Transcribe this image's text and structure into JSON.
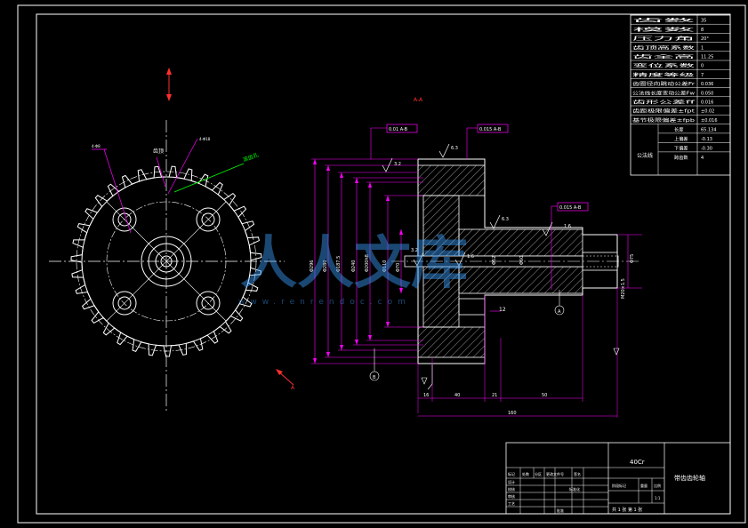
{
  "colors": {
    "background": "#000000",
    "line": "#ffffff",
    "dimension": "#ff00ff",
    "center_line": "#ff3030",
    "hatch": "#ffffff",
    "green_callout": "#00ff00",
    "watermark": "#3aa0ff"
  },
  "params_table": [
    {
      "name": "齿数",
      "value": "35"
    },
    {
      "name": "模数",
      "value": "8"
    },
    {
      "name": "压力角",
      "value": "20°"
    },
    {
      "name": "齿顶高系数",
      "value": "1"
    },
    {
      "name": "齿全高",
      "value": "11.25"
    },
    {
      "name": "变位系数",
      "value": "0"
    },
    {
      "name": "精度等级",
      "value": "7"
    },
    {
      "name": "齿圈径向跳动公差Fr",
      "value": "0.036"
    },
    {
      "name": "公法线长度变动公差Fw",
      "value": "0.050"
    },
    {
      "name": "齿形公差ff",
      "value": "0.016"
    },
    {
      "name": "齿距极限偏差±fpt",
      "value": "±0.02"
    },
    {
      "name": "基节极限偏差±fpb",
      "value": "±0.016"
    }
  ],
  "gongfaxian": {
    "label": "公法线",
    "rows": [
      {
        "name": "长度",
        "value": "65.134"
      },
      {
        "name": "上偏差",
        "value": "-0.13"
      },
      {
        "name": "下偏差",
        "value": "-0.30"
      },
      {
        "name": "跨齿数",
        "value": "4"
      }
    ]
  },
  "title_block": {
    "material": "40Cr",
    "part_name": "带齿齿轮轴",
    "scale_header": "比例",
    "weight_header": "重量",
    "stage_header": "阶段标记",
    "scale_value": "1:1",
    "sheets": "共 1 张 第 1 张",
    "left_rows": [
      "标记",
      "设计",
      "校核",
      "审核",
      "工艺"
    ],
    "left_header_cells": [
      "处数",
      "分区",
      "更改文件号",
      "签名"
    ],
    "standardize": "标准化",
    "approve": "批准"
  },
  "front_view_notes": {
    "callout_left": "4-Φ8",
    "callout_mid": "齿顶",
    "callout_right": "4-Φ18",
    "callout_green": "滚齿孔",
    "section_label_top": "A-A",
    "section_label_bottom": "A"
  },
  "section_view": {
    "diameters": [
      "Φ296",
      "Φ280",
      "Φ187.5",
      "Φ240",
      "Φ200h8",
      "Φ110",
      "Φ70",
      "Φ52",
      "Φ75",
      "Φ60"
    ],
    "roughness": [
      "6.3",
      "3.2",
      "6.3",
      "1.6",
      "3.2",
      "1.6"
    ],
    "gdt": [
      "0.01 A-B",
      "0.015 A-B",
      "0.015 A-B"
    ],
    "lengths": [
      "16",
      "40",
      "21",
      "50",
      "160"
    ],
    "keyway": "12",
    "thread": "M20×1.5",
    "datum_a": "A",
    "datum_b": "B"
  },
  "watermark": {
    "text": "人人文库",
    "url_text": "www.renrendoc.com"
  }
}
